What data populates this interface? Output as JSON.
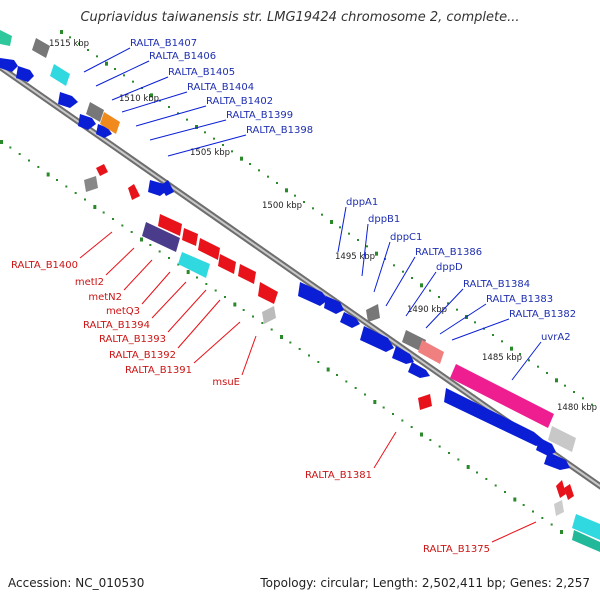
{
  "title": "Cupriavidus taiwanensis str. LMG19424 chromosome 2, complete...",
  "footer": {
    "accession": "Accession: NC_010530",
    "topology": "Topology: circular; Length: 2,502,411 bp; Genes: 2,257"
  },
  "colors": {
    "forward": "#0a1ed6",
    "reverse": "#e8121a",
    "backbone": "#8a8a8a",
    "label_forward": "#1f2fb0",
    "label_reverse": "#cc1414",
    "tick": "#2a8a2a"
  },
  "kbp_marks": [
    "1515 kbp",
    "1510 kbp",
    "1505 kbp",
    "1500 kbp",
    "1495 kbp",
    "1490 kbp",
    "1485 kbp",
    "1480 kbp"
  ],
  "labels_forward": [
    "RALTA_B1407",
    "RALTA_B1406",
    "RALTA_B1405",
    "RALTA_B1404",
    "RALTA_B1402",
    "RALTA_B1399",
    "RALTA_B1398",
    "dppA1",
    "dppB1",
    "dppC1",
    "RALTA_B1386",
    "dppD",
    "RALTA_B1384",
    "RALTA_B1383",
    "RALTA_B1382",
    "uvrA2"
  ],
  "labels_reverse": [
    "RALTA_B1400",
    "metI2",
    "metN2",
    "metQ3",
    "RALTA_B1394",
    "RALTA_B1393",
    "RALTA_B1392",
    "RALTA_B1391",
    "msuE",
    "RALTA_B1381",
    "RALTA_B1375"
  ]
}
